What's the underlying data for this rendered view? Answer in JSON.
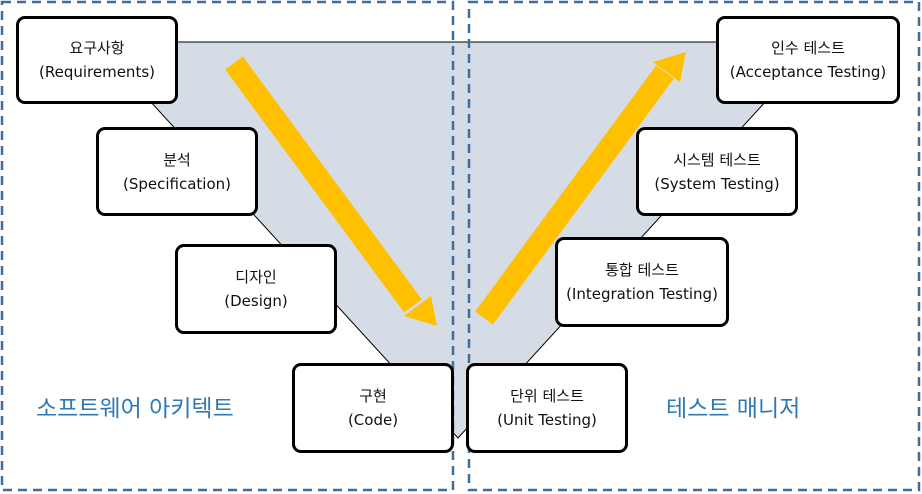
{
  "colors": {
    "triangle_fill": "#d6dce5",
    "triangle_stroke": "#000000",
    "arrow": "#ffc000",
    "dashed_border": "#3e6e9a",
    "side_label": "#2f7ab5"
  },
  "left_panel": {
    "label": "소프트웨어 아키텍트",
    "steps": [
      {
        "title": "요구사항",
        "subtitle": "(Requirements)"
      },
      {
        "title": "분석",
        "subtitle": "(Specification)"
      },
      {
        "title": "디자인",
        "subtitle": "(Design)"
      },
      {
        "title": "구현",
        "subtitle": "(Code)"
      }
    ]
  },
  "right_panel": {
    "label": "테스트 매니저",
    "steps": [
      {
        "title": "단위 테스트",
        "subtitle": "(Unit Testing)"
      },
      {
        "title": "통합 테스트",
        "subtitle": "(Integration Testing)"
      },
      {
        "title": "시스템 테스트",
        "subtitle": "(System Testing)"
      },
      {
        "title": "인수 테스트",
        "subtitle": "(Acceptance Testing)"
      }
    ]
  }
}
